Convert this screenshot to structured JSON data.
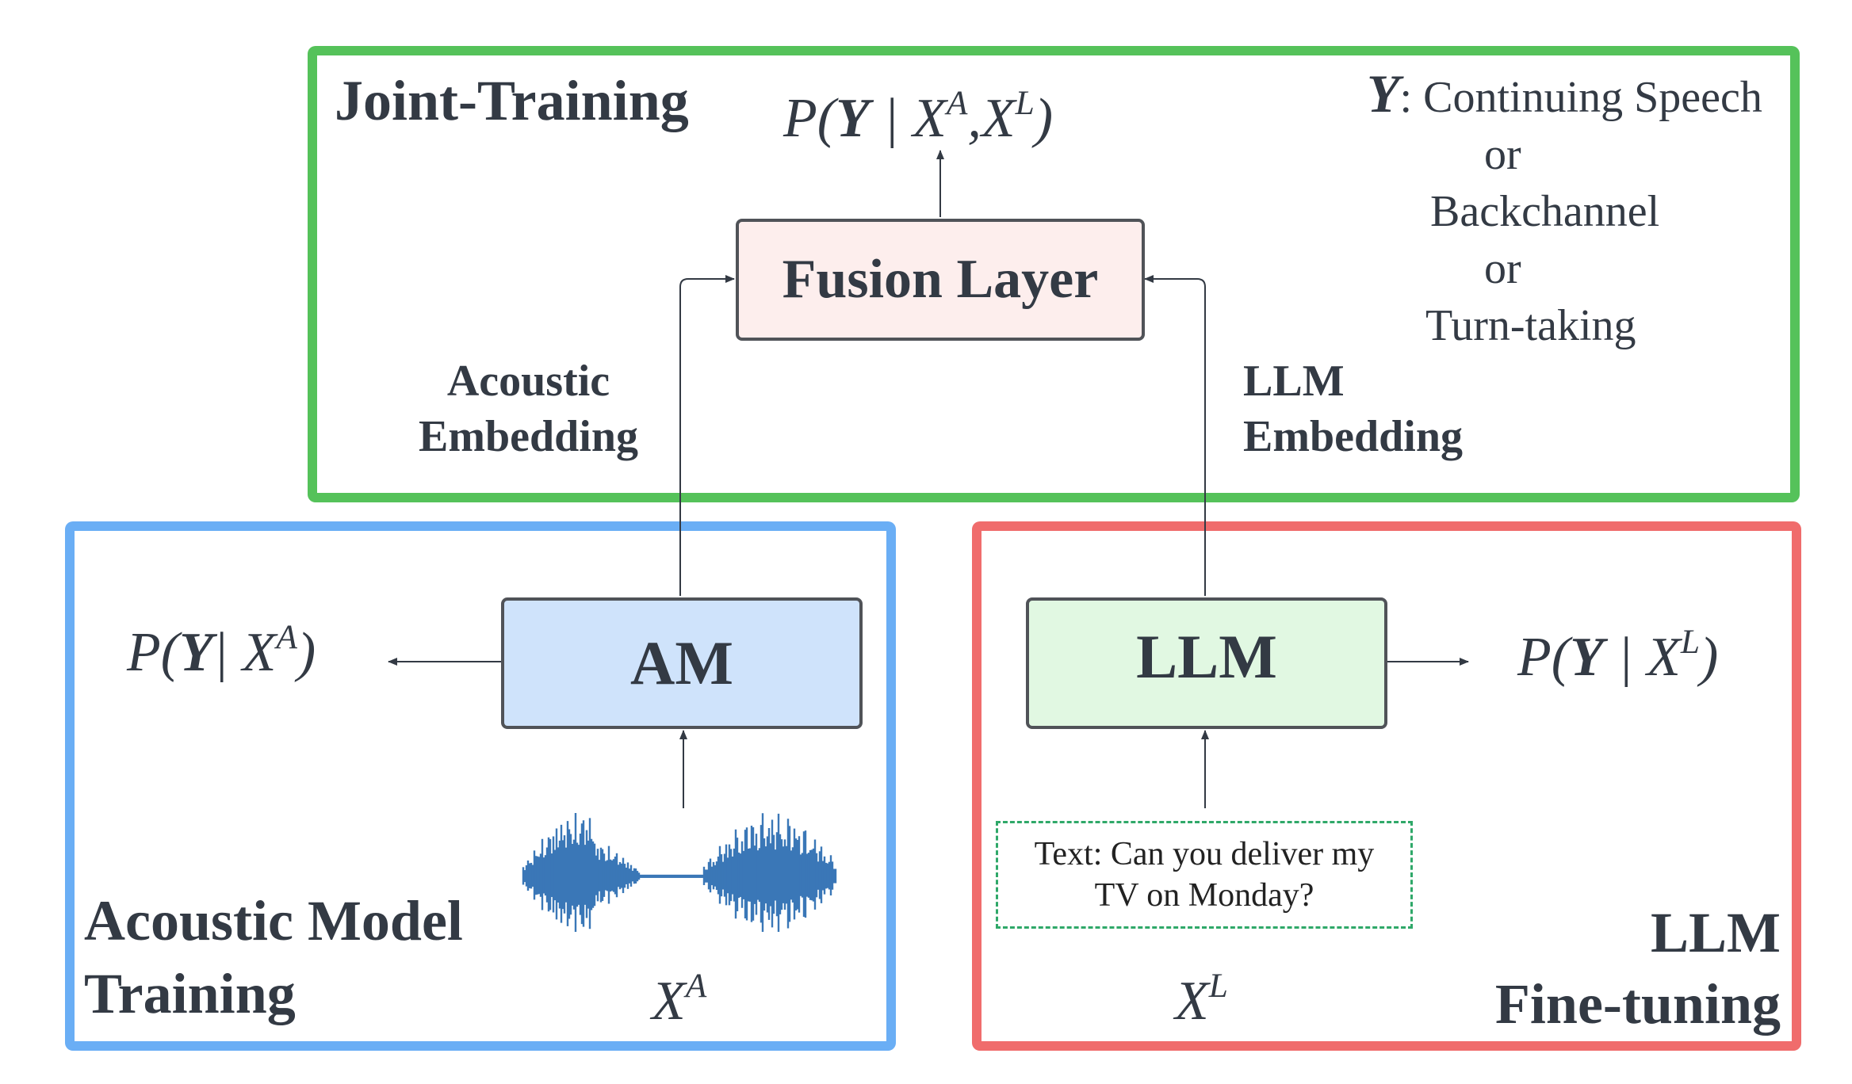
{
  "colors": {
    "joint_border": "#55c25a",
    "acoustic_border": "#6aaef5",
    "llm_border": "#f06c6c",
    "fusion_fill": "#fdeeed",
    "am_fill": "#cfe3fb",
    "llm_fill": "#e1f8e2",
    "waveform": "#3a77b7",
    "text_dash": "#2fa869"
  },
  "regions": {
    "joint": {
      "title": "Joint-Training"
    },
    "acoustic": {
      "title_line1": "Acoustic Model",
      "title_line2": "Training"
    },
    "llm": {
      "title_line1": "LLM",
      "title_line2": "Fine-tuning"
    }
  },
  "nodes": {
    "fusion": "Fusion Layer",
    "am": "AM",
    "llm": "LLM"
  },
  "edge_labels": {
    "acoustic_line1": "Acoustic",
    "acoustic_line2": "Embedding",
    "llm_line1": "LLM",
    "llm_line2": "Embedding"
  },
  "formulas": {
    "joint": {
      "prefix": "P(",
      "y": "Y",
      "mid": " | X",
      "sup1": "A",
      "comma": ",X",
      "sup2": "L",
      "suffix": ")"
    },
    "acoustic": {
      "prefix": "P(",
      "y": "Y",
      "mid": "| X",
      "sup": "A",
      "suffix": ")"
    },
    "llm": {
      "prefix": "P(",
      "y": "Y",
      "mid": " | X",
      "sup": "L",
      "suffix": ")"
    }
  },
  "inputs": {
    "xa_base": "X",
    "xa_sup": "A",
    "xl_base": "X",
    "xl_sup": "L",
    "text_line1": "Text: Can you deliver my",
    "text_line2": "TV on Monday?"
  },
  "legend": {
    "y_symbol": "Y",
    "line1": ": Continuing Speech",
    "or1": "or",
    "line2": "Backchannel",
    "or2": "or",
    "line3": "Turn-taking"
  }
}
